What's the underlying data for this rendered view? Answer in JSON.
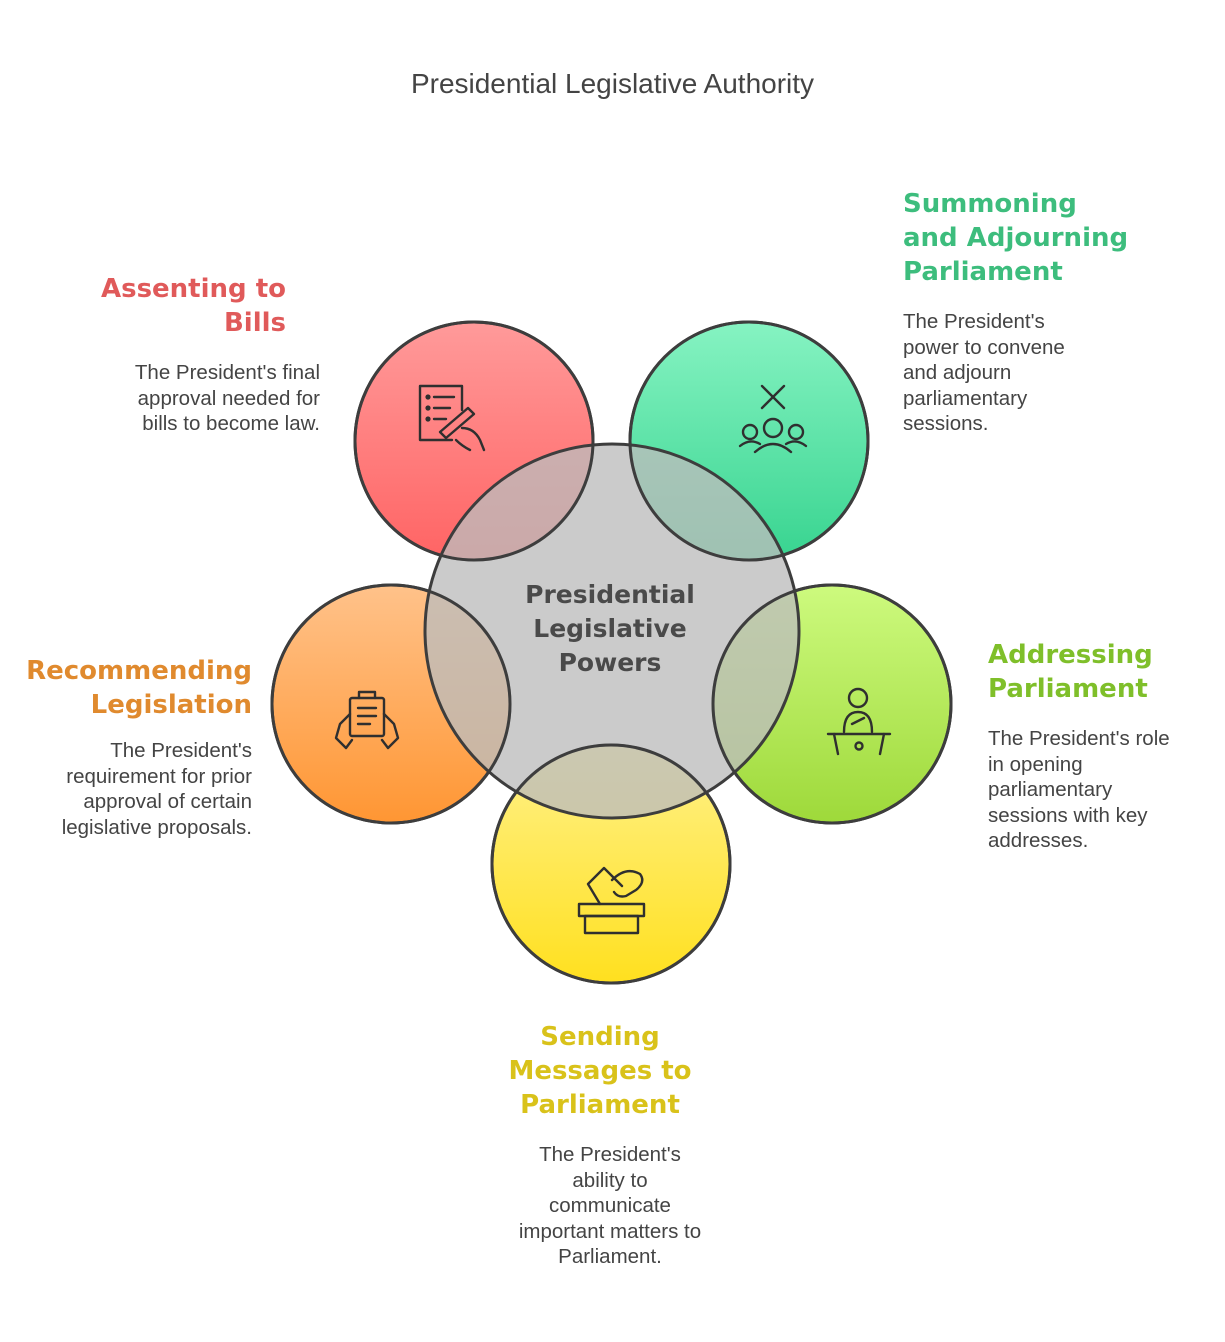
{
  "title": "Presidential Legislative Authority",
  "center": {
    "label": "Presidential\nLegislative\nPowers",
    "color": "#4a4a4a",
    "fill": "#c9c9c9"
  },
  "items": [
    {
      "id": "assenting",
      "heading": "Assenting to\nBills",
      "description": "The President's final\napproval needed for\nbills to become law.",
      "color": "#e05a5a",
      "icon": "document-signing-icon"
    },
    {
      "id": "summoning",
      "heading": "Summoning\nand Adjourning\nParliament",
      "description": "The President's\npower to convene\nand adjourn\nparliamentary\nsessions.",
      "color": "#3dbd7d",
      "icon": "group-cancel-icon"
    },
    {
      "id": "addressing",
      "heading": "Addressing\nParliament",
      "description": "The President's role\nin opening\nparliamentary\nsessions with key\naddresses.",
      "color": "#7fbf2a",
      "icon": "speaker-podium-icon"
    },
    {
      "id": "sending",
      "heading": "Sending\nMessages to\nParliament",
      "description": "The President's\nability to\ncommunicate\nimportant matters to\nParliament.",
      "color": "#d9c21a",
      "icon": "ballot-box-icon"
    },
    {
      "id": "recommending",
      "heading": "Recommending\nLegislation",
      "description": "The President's\nrequirement for prior\napproval of certain\nlegislative proposals.",
      "color": "#e08a2e",
      "icon": "hands-clipboard-icon"
    }
  ]
}
